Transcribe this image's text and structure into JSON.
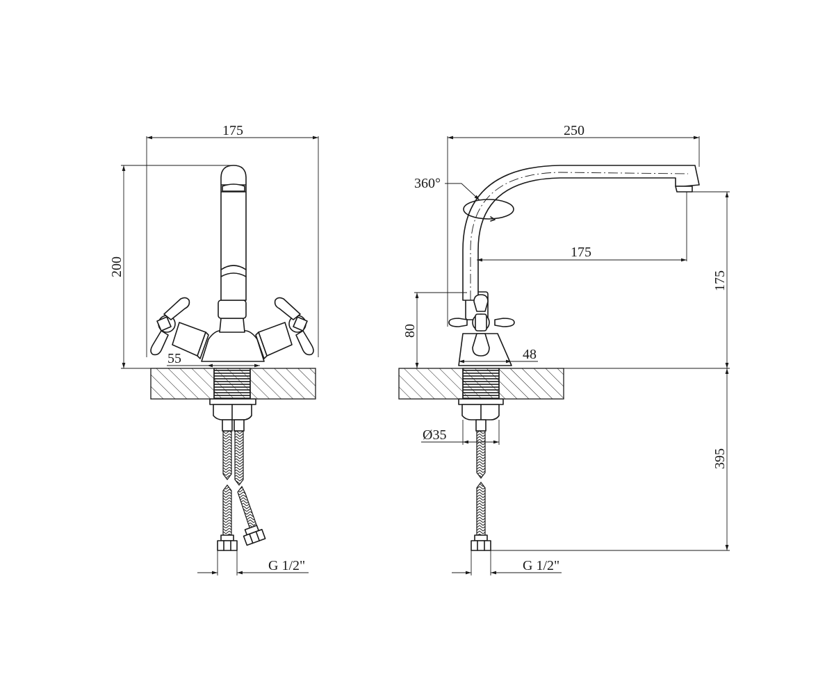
{
  "front_view": {
    "width_label": "175",
    "height_label": "200",
    "handle_gap_label": "55",
    "thread_label": "G 1/2\""
  },
  "side_view": {
    "reach_total_label": "250",
    "rotation_label": "360°",
    "reach_label": "175",
    "spout_height_label": "175",
    "base_height_label": "80",
    "base_width_label": "48",
    "shank_diameter_label": "Ø35",
    "hose_length_label": "395",
    "thread_label": "G 1/2\""
  }
}
